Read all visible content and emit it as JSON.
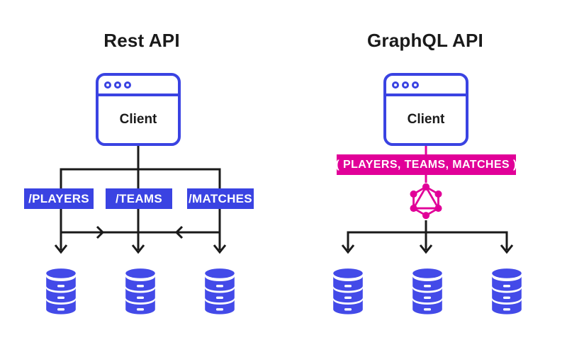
{
  "colors": {
    "blue": "#3a43e2",
    "db_blue": "#434ae8",
    "pink": "#e10098",
    "line_black": "#1a1a1a",
    "text_black": "#1a1a1a",
    "white": "#ffffff"
  },
  "rest": {
    "title": "Rest API",
    "client_label": "Client",
    "endpoints": [
      {
        "label": "/PLAYERS"
      },
      {
        "label": "/TEAMS"
      },
      {
        "label": "/MATCHES"
      }
    ],
    "database_count": 3
  },
  "gql": {
    "title": "GraphQL API",
    "client_label": "Client",
    "banner": "( PLAYERS, TEAMS, MATCHES )",
    "database_count": 3
  },
  "icons": {
    "client_window": "browser-window-icon",
    "window_dots": "window-control-dots-icon",
    "database": "database-cylinder-icon",
    "graphql": "graphql-hexagon-logo-icon"
  }
}
